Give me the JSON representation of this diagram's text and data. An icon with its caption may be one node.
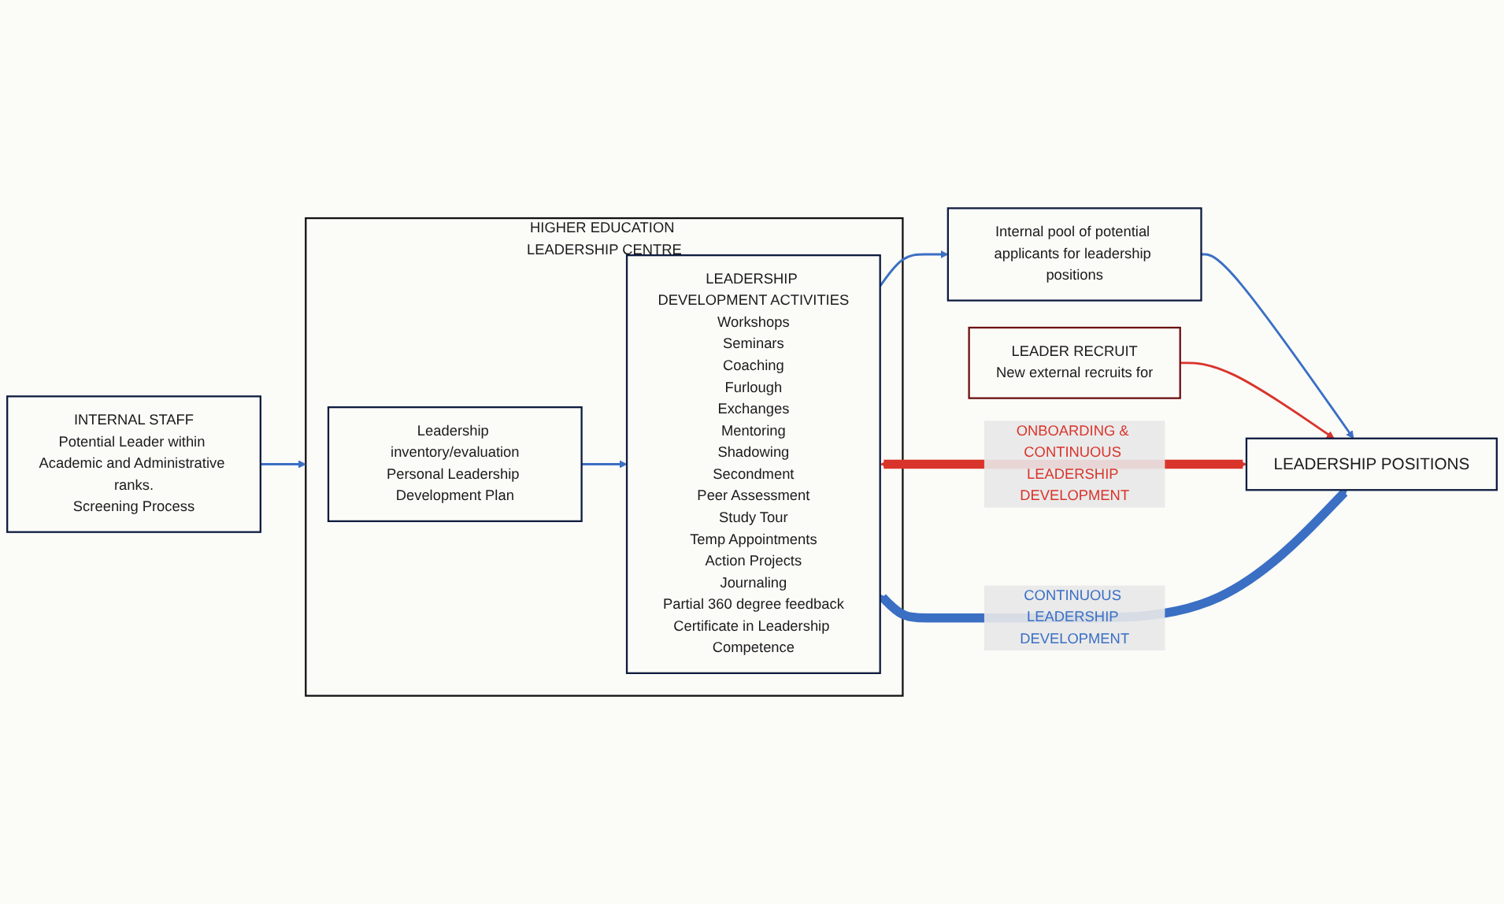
{
  "diagram": {
    "nodes": [
      {
        "text": [
          "INTERNAL STAFF",
          "Potential Leader within Academic and Administrative ranks.",
          "Screening Process"
        ]
      },
      {
        "text": [
          "HIGHER EDUCATION LEADERSHIP CENTRE"
        ]
      },
      {
        "text": [
          "Leadership inventory/evaluation",
          "Personal Leadership Development Plan"
        ],
        "in": 1
      },
      {
        "text": [
          "LEADERSHIP DEVELOPMENT ACTIVITIES",
          "Workshops",
          "Seminars",
          "Coaching",
          "Furlough",
          "Exchanges",
          "Mentoring",
          "Shadowing",
          "Secondment",
          "Peer Assessment",
          "Study Tour",
          "Temp Appointments",
          "Action Projects",
          "Journaling",
          "Partial 360 degree feedback",
          "Certificate in Leadership Competence"
        ],
        "in": 1
      },
      {
        "text": [
          "Internal pool of potential applicants for leadership positions"
        ]
      },
      {
        "text": [
          "LEADERSHIP POSITIONS"
        ]
      },
      {
        "text": [
          "LEADER RECRUIT",
          "New external recruits for"
        ]
      }
    ],
    "edges": [
      {
        "from": 0,
        "to": 1,
        "arrow": "to"
      },
      {
        "from": 2,
        "to": 3,
        "arrow": "to"
      },
      {
        "from": 3,
        "to": 4,
        "arrow": "to"
      },
      {
        "from": 4,
        "to": 5,
        "arrow": "to"
      },
      {
        "from": 6,
        "to": 5,
        "arrow": "to",
        "color": "#d9342b"
      },
      {
        "from": 3,
        "to": 5,
        "arrow": "both",
        "label": "ONBOARDING & CONTINUOUS LEADERSHIP DEVELOPMENT",
        "style": "thick",
        "color": "#d9342b"
      },
      {
        "from": 3,
        "to": 5,
        "arrow": "both",
        "label": "CONTINUOUS LEADERSHIP DEVELOPMENT",
        "style": "thick"
      }
    ]
  }
}
